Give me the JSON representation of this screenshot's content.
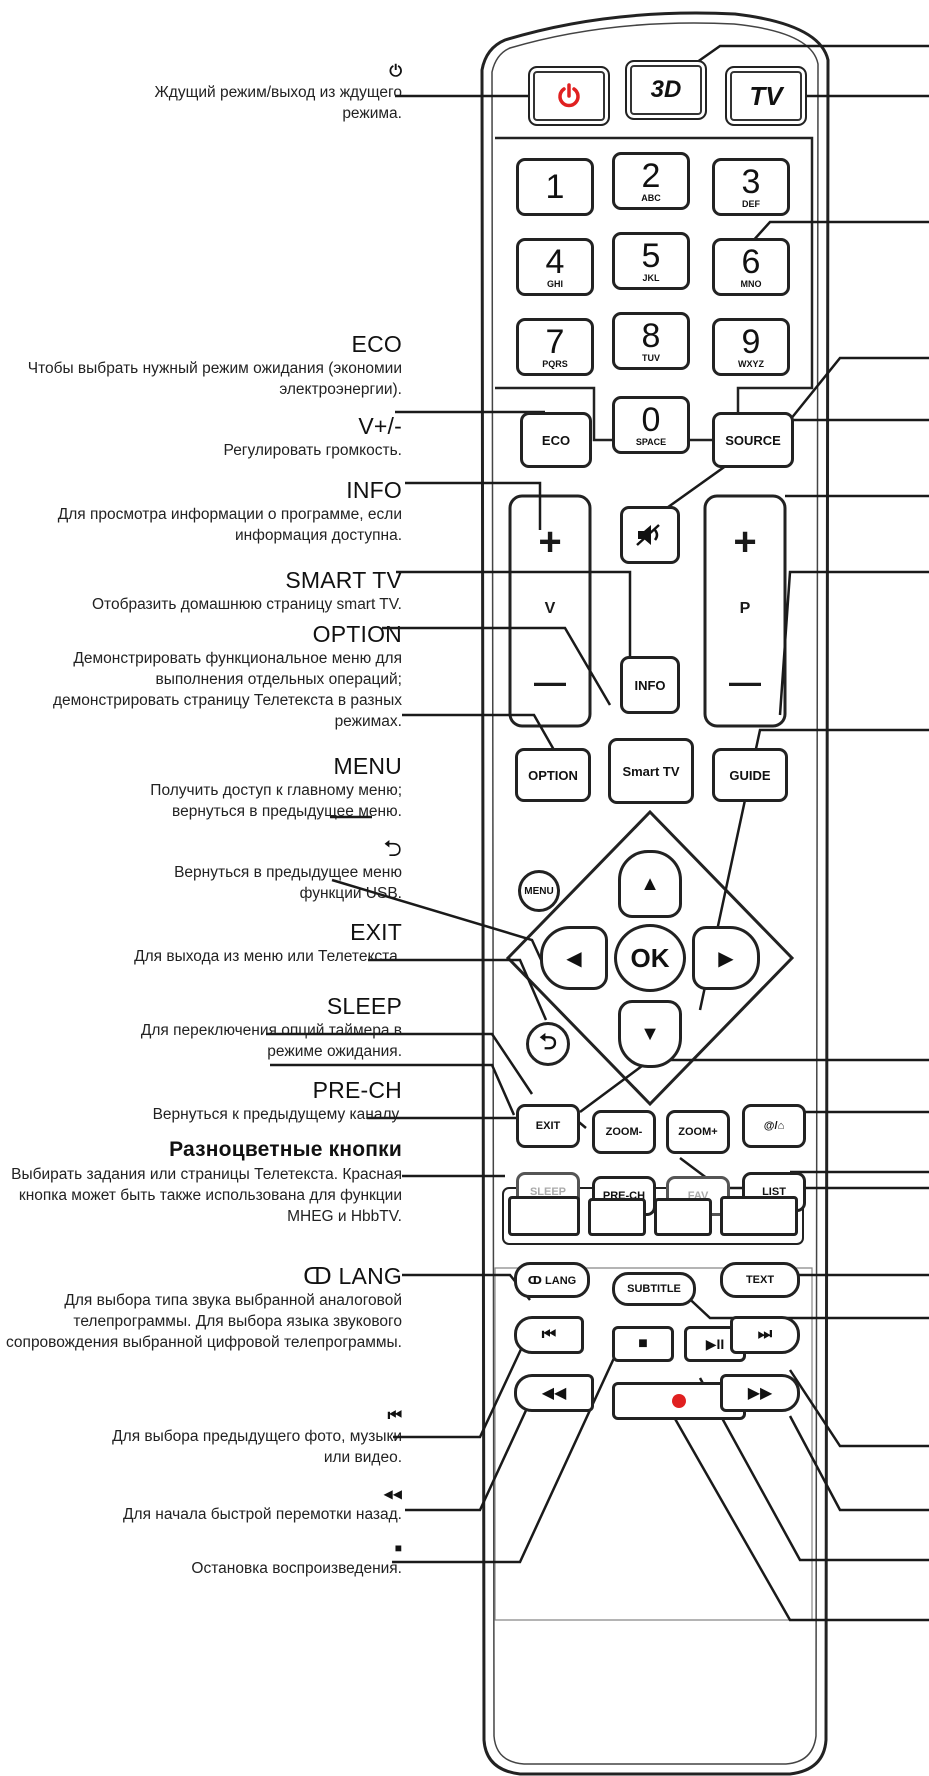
{
  "labels": [
    {
      "key": "power",
      "title": "⏻",
      "desc": "Ждущий режим/выход из ждущего режима."
    },
    {
      "key": "eco",
      "title": "ECO",
      "desc": "Чтобы выбрать нужный режим ожидания (экономии электроэнергии)."
    },
    {
      "key": "vol",
      "title": "V+/-",
      "desc": "Регулировать громкость."
    },
    {
      "key": "info",
      "title": "INFO",
      "desc": "Для просмотра информации о программе, если информация доступна."
    },
    {
      "key": "smarttv",
      "title": "SMART TV",
      "desc": "Отобразить домашнюю страницу smart TV."
    },
    {
      "key": "option",
      "title": "OPTION",
      "desc": "Демонстрировать функциональное меню для выполнения отдельных операций; демонстрировать страницу Телетекста в разных режимах."
    },
    {
      "key": "menu",
      "title": "MENU",
      "desc": "Получить доступ к главному меню; вернуться в предыдущее меню."
    },
    {
      "key": "back",
      "title": "⮌",
      "desc": "Вернуться в предыдущее меню функции USB."
    },
    {
      "key": "exit",
      "title": "EXIT",
      "desc": "Для выхода из меню или Телетекста."
    },
    {
      "key": "sleep",
      "title": "SLEEP",
      "desc": "Для переключения опций таймера в режиме ожидания."
    },
    {
      "key": "prech",
      "title": "PRE-CH",
      "desc": "Вернуться к предыдущему каналу."
    },
    {
      "key": "color",
      "title": "Разноцветные кнопки",
      "desc": "Выбирать задания или страницы Телетекста. Красная кнопка может быть также использована для функции MHEG и HbbTV."
    },
    {
      "key": "lang",
      "title": "ↀ LANG",
      "desc": "Для выбора типа звука выбранной аналоговой телепрограммы. Для выбора языка звукового сопровождения выбранной цифровой телепрограммы."
    },
    {
      "key": "prev",
      "title": "⏮",
      "desc": "Для выбора предыдущего фото, музыки или видео."
    },
    {
      "key": "rew",
      "title": "◀◀",
      "desc": "Для начала быстрой перемотки назад."
    },
    {
      "key": "stop",
      "title": "■",
      "desc": "Остановка воспроизведения."
    }
  ],
  "remote": {
    "power_icon": "power-icon",
    "btn_3d": "3D",
    "btn_tv": "TV",
    "digits": [
      {
        "n": "1",
        "s": ""
      },
      {
        "n": "2",
        "s": "ABC"
      },
      {
        "n": "3",
        "s": "DEF"
      },
      {
        "n": "4",
        "s": "GHI"
      },
      {
        "n": "5",
        "s": "JKL"
      },
      {
        "n": "6",
        "s": "MNO"
      },
      {
        "n": "7",
        "s": "PQRS"
      },
      {
        "n": "8",
        "s": "TUV"
      },
      {
        "n": "9",
        "s": "WXYZ"
      },
      {
        "n": "0",
        "s": "SPACE"
      }
    ],
    "eco": "ECO",
    "source": "SOURCE",
    "vplus": "+",
    "vminus": "—",
    "vlabel": "V",
    "pplus": "+",
    "pminus": "—",
    "plabel": "P",
    "mute_icon": "mute-icon",
    "info": "INFO",
    "option": "OPTION",
    "smarttv": "Smart TV",
    "guide": "GUIDE",
    "menu": "MENU",
    "ok": "OK",
    "exit": "EXIT",
    "zoom_minus": "ZOOM-",
    "zoom_plus": "ZOOM+",
    "home": "@/⌂",
    "sleep": "SLEEP",
    "prech": "PRE-CH",
    "fav": "FAV",
    "list": "LIST",
    "lang": "ↀ LANG",
    "subtitle": "SUBTITLE",
    "text": "TEXT",
    "colors": {
      "power": "#e02020",
      "record": "#e02020",
      "line": "#1a1a1a"
    }
  }
}
